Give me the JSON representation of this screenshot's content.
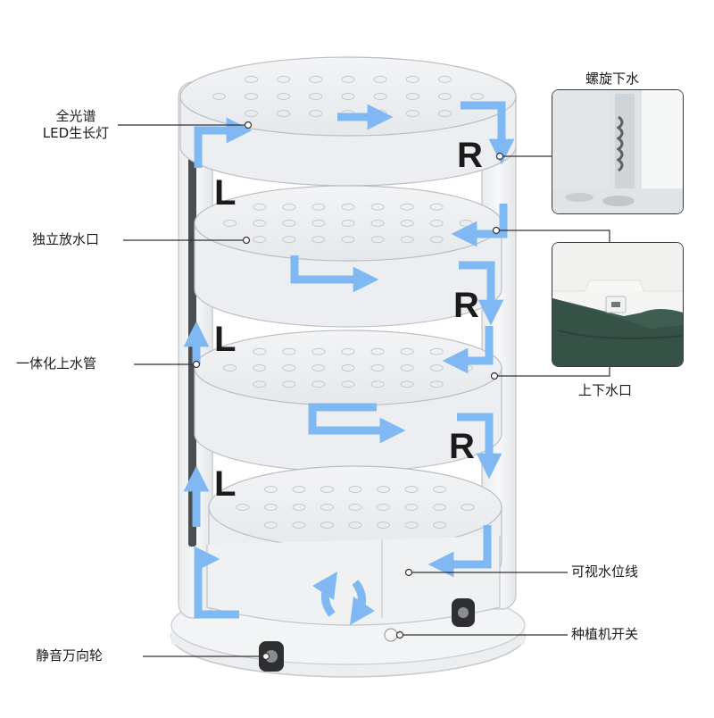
{
  "labels": {
    "led_light": [
      "全光谱",
      "LED生长灯"
    ],
    "drain_independent": "独立放水口",
    "integrated_pipe": "一体化上水管",
    "casters": "静音万向轮",
    "spiral_drain": "螺旋下水",
    "updown_port": "上下水口",
    "water_level": "可视水位线",
    "power_switch": "种植机开关"
  },
  "flow_markers": {
    "left": [
      "L",
      "L",
      "L"
    ],
    "right": [
      "R",
      "R",
      "R"
    ]
  },
  "colors": {
    "arrow": "#7fb8f2",
    "shelf_edge": "#b9bdc2",
    "inset_border": "#3a3a3a",
    "tank_green": "#3f5e52"
  }
}
